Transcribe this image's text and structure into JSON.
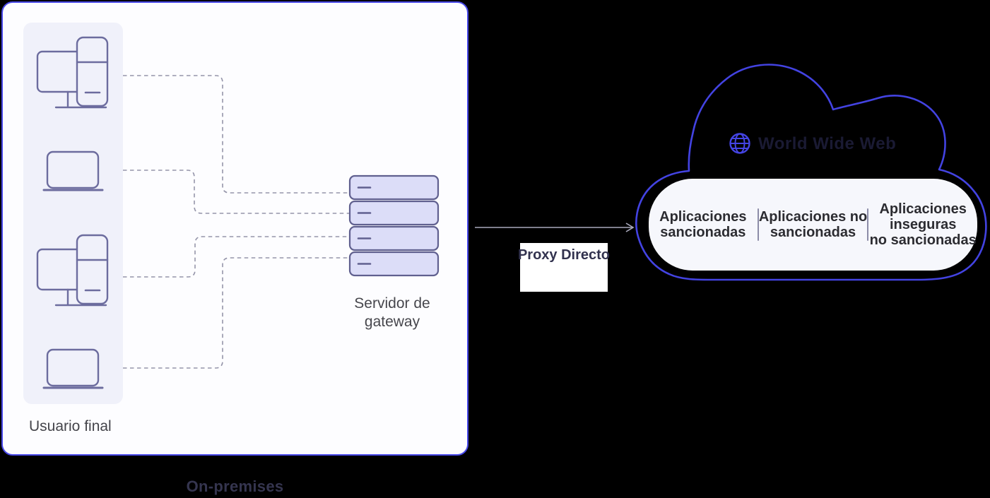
{
  "colors": {
    "background": "#000000",
    "panel_border": "#4848e8",
    "panel_fill": "#fdfdff",
    "users_box_fill": "#f0f1fa",
    "device_icon_stroke": "#6c6c9e",
    "connector_dash": "#9595aa",
    "server_fill": "#dcddf8",
    "server_stroke": "#60608f",
    "arrow": "#a9a9bc",
    "cloud_border": "#4343e2",
    "globe_icon": "#4444e4",
    "apps_box_fill": "#f6f7fc",
    "apps_text": "#2c2c31",
    "www_text": "#1a1a33",
    "proxy_text": "#32324e",
    "on_premises_text": "#35354f",
    "gateway_text": "#47474d"
  },
  "on_premises": {
    "label": "On-premises",
    "end_users": {
      "label": "Usuario final",
      "devices": [
        "desktop-phone-icon",
        "laptop-icon",
        "desktop-phone-icon",
        "laptop-icon"
      ]
    },
    "gateway_server": {
      "label": [
        "Servidor de",
        "gateway"
      ]
    }
  },
  "proxy": {
    "label": "Proxy Directo"
  },
  "cloud": {
    "title": "World Wide Web",
    "app_categories": [
      {
        "lines": [
          "Aplicaciones",
          "sancionadas"
        ]
      },
      {
        "lines": [
          "Aplicaciones no",
          "sancionadas"
        ]
      },
      {
        "lines": [
          "Aplicaciones",
          "inseguras",
          "no sancionadas"
        ]
      }
    ]
  }
}
